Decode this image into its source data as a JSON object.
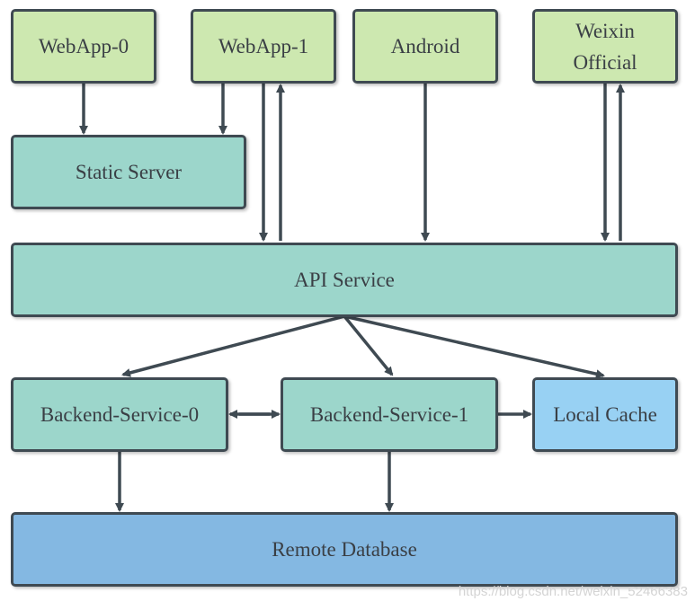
{
  "nodes": {
    "webapp0": "WebApp-0",
    "webapp1": "WebApp-1",
    "android": "Android",
    "weixin": "Weixin Official",
    "static_server": "Static Server",
    "api_service": "API Service",
    "backend0": "Backend-Service-0",
    "backend1": "Backend-Service-1",
    "local_cache": "Local Cache",
    "remote_db": "Remote Database"
  },
  "watermark": "https://blog.csdn.net/weixin_52466383",
  "colors": {
    "client": "#cde8b0",
    "service": "#9cd6cb",
    "cache": "#98d1f3",
    "database": "#84b8e2",
    "edge": "#3f4a52"
  }
}
